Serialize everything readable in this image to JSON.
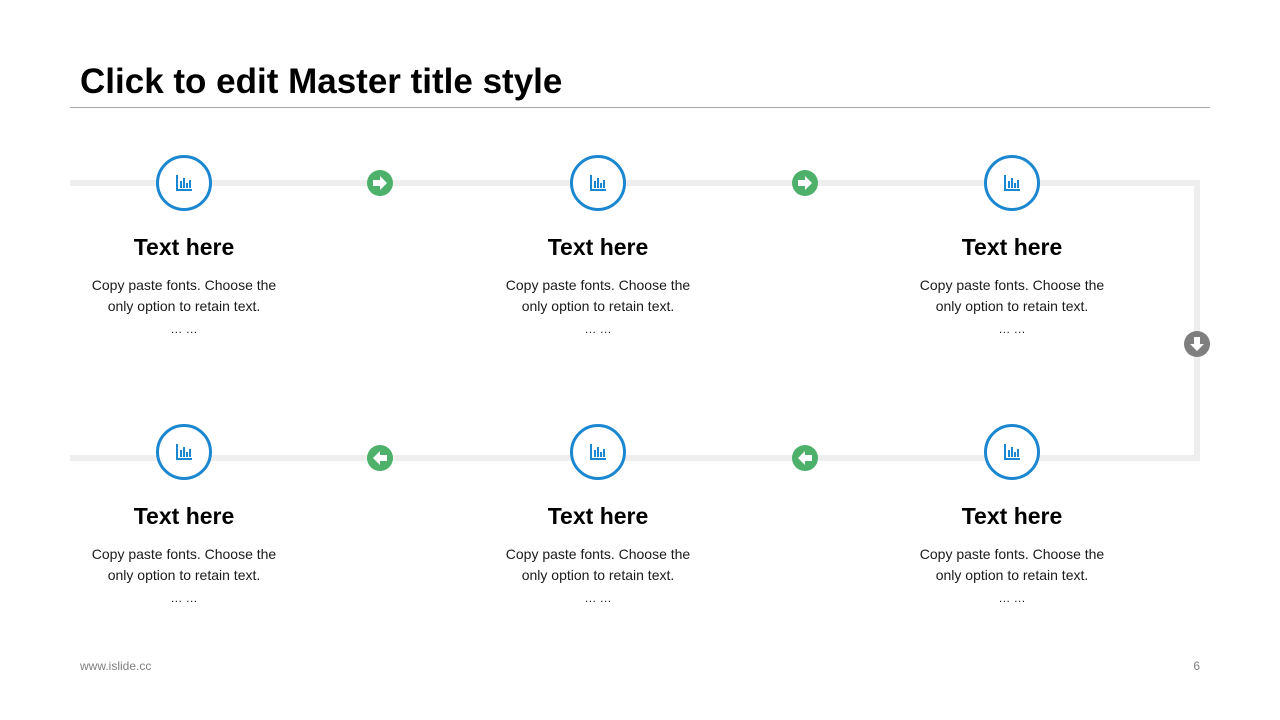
{
  "slide": {
    "title": "Click to edit Master title style",
    "footer_url": "www.islide.cc",
    "page_number": "6"
  },
  "colors": {
    "accent_blue": "#1a87d0",
    "arrow_green": "#4db06b",
    "arrow_gray": "#7f7f7f",
    "track_gray": "#eeeeee"
  },
  "steps": [
    {
      "icon": "bar-chart-icon",
      "heading": "Text here",
      "body_line1": "Copy paste fonts. Choose the",
      "body_line2": "only option to retain text.",
      "ellipsis": "… …"
    },
    {
      "icon": "bar-chart-icon",
      "heading": "Text here",
      "body_line1": "Copy paste fonts. Choose the",
      "body_line2": "only option to retain text.",
      "ellipsis": "… …"
    },
    {
      "icon": "bar-chart-icon",
      "heading": "Text here",
      "body_line1": "Copy paste fonts. Choose the",
      "body_line2": "only option to retain text.",
      "ellipsis": "… …"
    },
    {
      "icon": "bar-chart-icon",
      "heading": "Text here",
      "body_line1": "Copy paste fonts. Choose the",
      "body_line2": "only option to retain text.",
      "ellipsis": "… …"
    },
    {
      "icon": "bar-chart-icon",
      "heading": "Text here",
      "body_line1": "Copy paste fonts. Choose the",
      "body_line2": "only option to retain text.",
      "ellipsis": "… …"
    },
    {
      "icon": "bar-chart-icon",
      "heading": "Text here",
      "body_line1": "Copy paste fonts. Choose the",
      "body_line2": "only option to retain text.",
      "ellipsis": "… …"
    }
  ],
  "arrows": [
    {
      "icon": "arrow-right-icon"
    },
    {
      "icon": "arrow-right-icon"
    },
    {
      "icon": "arrow-down-icon"
    },
    {
      "icon": "arrow-left-icon"
    },
    {
      "icon": "arrow-left-icon"
    }
  ]
}
